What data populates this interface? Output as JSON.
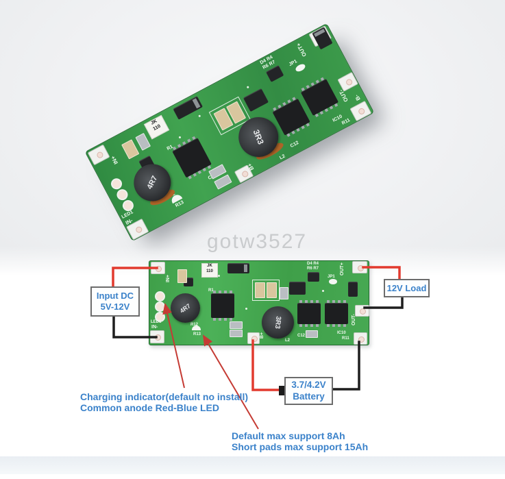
{
  "watermark": "gotw3527",
  "silk": {
    "in_plus": "IN+",
    "in_minus": "IN-",
    "led1": "LED1",
    "out_plus": "OUT+",
    "out_minus": "OUT-",
    "b_plus": "B+",
    "b_minus": "B-",
    "jk_line1": "JK",
    "jk_line2": "110",
    "l1_value": "4R7",
    "l3_value": "3R3",
    "r1": "R1",
    "r11": "R11",
    "r12": "R12",
    "r13": "R13",
    "c8": "C8",
    "c12": "C12",
    "ic10": "IC10",
    "l2": "L2",
    "d4_r4": "D4 R4",
    "r6_r7": "R6 R7",
    "jp1": "JP1"
  },
  "callouts": {
    "input": {
      "line1": "Input DC",
      "line2": "5V-12V"
    },
    "load": {
      "label": "12V Load"
    },
    "battery": {
      "line1": "3.7/4.2V",
      "line2": "Battery"
    },
    "charging": {
      "line1": "Charging indicator(default no install)",
      "line2": "Common anode Red-Blue LED"
    },
    "support": {
      "line1": "Default max support 8Ah",
      "line2": "Short pads max support 15Ah"
    }
  },
  "colors": {
    "positive_wire": "#e23a2e",
    "negative_wire": "#1e1e1e",
    "callout_text": "#3b82ca",
    "board_green": "#3fa04a",
    "arrow_red": "#c53b34"
  }
}
